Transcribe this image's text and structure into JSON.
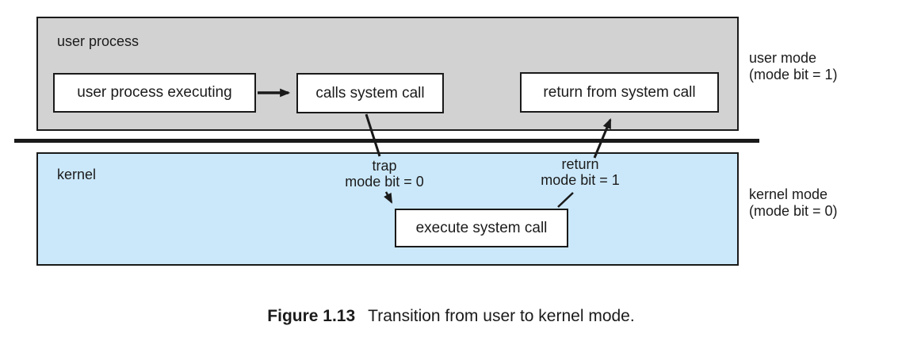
{
  "diagram": {
    "user_region": {
      "label": "user process",
      "boxes": [
        {
          "label": "user process executing"
        },
        {
          "label": "calls system call"
        },
        {
          "label": "return from system call"
        }
      ]
    },
    "kernel_region": {
      "label": "kernel",
      "execute_box_label": "execute system call",
      "trap_label": {
        "line1": "trap",
        "line2": "mode bit = 0"
      },
      "return_label": {
        "line1": "return",
        "line2": "mode bit = 1"
      }
    },
    "side_labels": {
      "user_mode": {
        "line1": "user mode",
        "line2": "(mode bit = 1)"
      },
      "kernel_mode": {
        "line1": "kernel mode",
        "line2": "(mode bit = 0)"
      }
    },
    "colors": {
      "user_region_fill": "#d2d2d2",
      "kernel_region_fill": "#cbe8fa",
      "box_fill": "#ffffff",
      "line": "#1a1a1a"
    }
  },
  "caption": {
    "figure_number": "Figure 1.13",
    "text": "Transition from user to kernel mode."
  }
}
